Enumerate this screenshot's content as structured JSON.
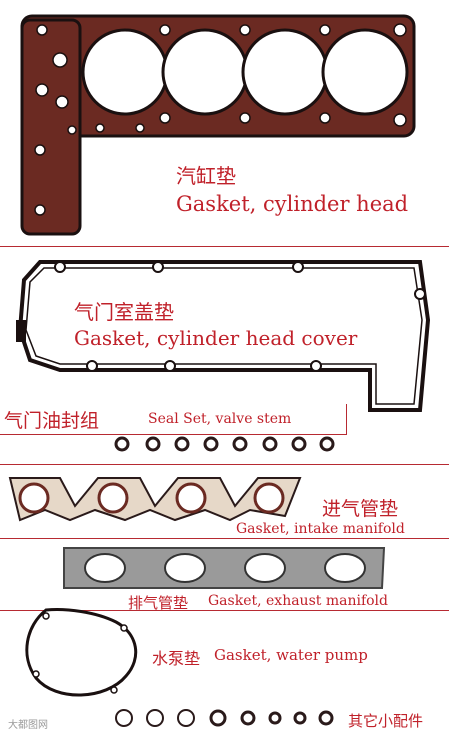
{
  "items": [
    {
      "zh": "汽缸垫",
      "en": "Gasket, cylinder head"
    },
    {
      "zh": "气门室盖垫",
      "en": "Gasket, cylinder head cover"
    },
    {
      "zh": "气门油封组",
      "en": "Seal Set, valve stem"
    },
    {
      "zh": "进气管垫",
      "en": "Gasket, intake manifold"
    },
    {
      "zh": "排气管垫",
      "en": "Gasket, exhaust manifold"
    },
    {
      "zh": "水泵垫",
      "en": "Gasket, water pump"
    },
    {
      "zh": "其它小配件",
      "en": ""
    }
  ],
  "colors": {
    "label": "#c0212a",
    "gasket": "#2a1a1a",
    "gasket_fill": "#7a2a22",
    "divider": "#b72a32"
  },
  "watermark": "大都图网"
}
